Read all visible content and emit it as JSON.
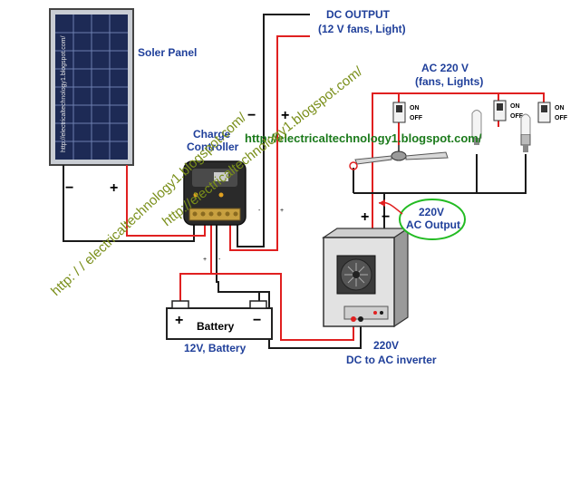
{
  "labels": {
    "solar_panel": "Soler Panel",
    "charge_controller_1": "Charge",
    "charge_controller_2": "Controller",
    "dc_output_1": "DC OUTPUT",
    "dc_output_2": "(12 V fans, Light)",
    "ac_220_1": "AC 220 V",
    "ac_220_2": "(fans, Lights)",
    "battery": "Battery",
    "battery_caption": "12V, Battery",
    "inverter_1": "220V",
    "inverter_2": "DC to AC inverter",
    "ac_output_1": "220V",
    "ac_output_2": "AC Output"
  },
  "switch": {
    "on": "ON",
    "off": "OFF"
  },
  "polarity": {
    "plus": "+",
    "minus": "−"
  },
  "watermarks": {
    "green_url": "http://electricaltechnology1.blogspot.com/",
    "diagonal_url_1": "http://electricaltechnology1.blogspot.com/",
    "diagonal_url_2": "http: / / electricaltechnology1.blogspot.com/",
    "panel_url": "http://electricaltechnology1.blogspot.com/"
  },
  "colors": {
    "wire_red": "#e02020",
    "wire_black": "#1a1a1a",
    "label_blue": "#1f3f9a",
    "watermark_green": "#7a8f1a",
    "url_green": "#1b7a1b",
    "callout_ellipse": "#22bb22"
  }
}
